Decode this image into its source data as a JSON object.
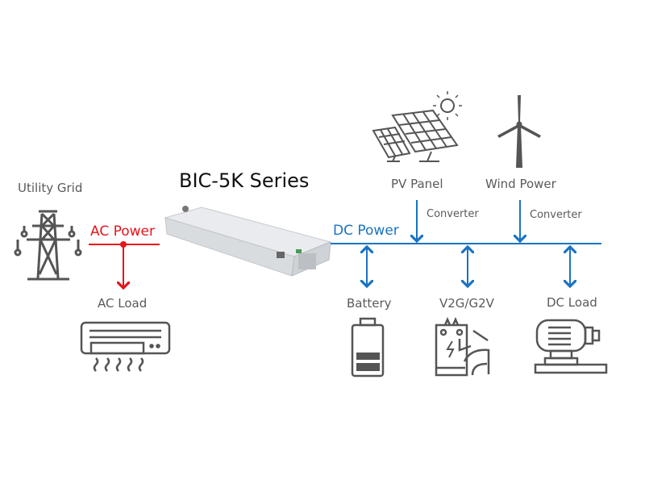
{
  "title": "BIC-5K Series",
  "colors": {
    "ac": "#e8141a",
    "dc": "#1a73c2",
    "icon": "#555555",
    "text": "#5a5a5a"
  },
  "nodes": {
    "utility_grid": {
      "label": "Utility Grid",
      "icon": "transmission-tower-icon"
    },
    "ac_load": {
      "label": "AC Load",
      "icon": "air-conditioner-icon"
    },
    "pv_panel": {
      "label": "PV Panel",
      "icon": "solar-panel-icon"
    },
    "wind_power": {
      "label": "Wind Power",
      "icon": "wind-turbine-icon"
    },
    "battery": {
      "label": "Battery",
      "icon": "battery-icon"
    },
    "v2g": {
      "label": "V2G/G2V",
      "icon": "ev-charger-icon"
    },
    "dc_load": {
      "label": "DC Load",
      "icon": "motor-icon"
    }
  },
  "buses": {
    "ac_label": "AC Power",
    "dc_label": "DC Power"
  },
  "converters": {
    "pv": "Converter",
    "wind": "Converter"
  }
}
